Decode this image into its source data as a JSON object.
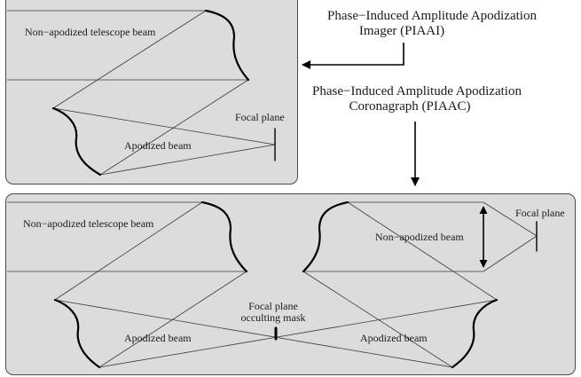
{
  "headings": {
    "piaai_line1": "Phase−Induced Amplitude Apodization",
    "piaai_line2": "Imager (PIAAI)",
    "piaac_line1": "Phase−Induced Amplitude Apodization",
    "piaac_line2": "Coronagraph (PIAAC)"
  },
  "imager_panel": {
    "non_apodized_label": "Non−apodized telescope beam",
    "focal_plane_label": "Focal plane",
    "apodized_label": "Apodized beam"
  },
  "coronagraph_panel": {
    "non_apodized_left_label": "Non−apodized telescope beam",
    "focal_mask_line1": "Focal plane",
    "focal_mask_line2": "occulting mask",
    "apodized_left_label": "Apodized beam",
    "apodized_right_label": "Apodized beam",
    "non_apodized_right_label": "Non−apodized beam",
    "focal_plane_label": "Focal plane"
  }
}
